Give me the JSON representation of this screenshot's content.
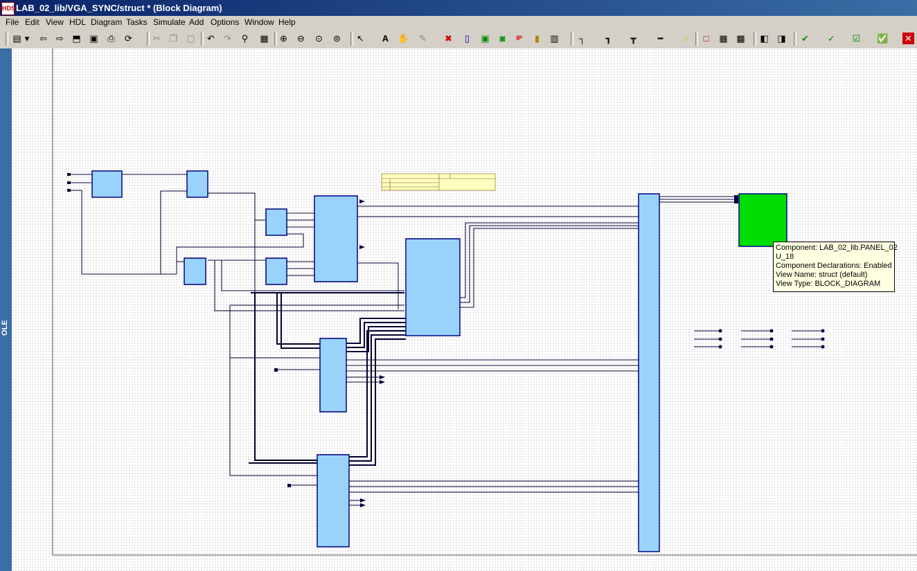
{
  "window": {
    "title": "LAB_02_lib/VGA_SYNC/struct * (Block Diagram)",
    "app_icon": "HDS"
  },
  "menu": [
    "File",
    "Edit",
    "View",
    "HDL",
    "Diagram",
    "Tasks",
    "Simulate",
    "Add",
    "Options",
    "Window",
    "Help"
  ],
  "toolbar_icons": [
    "new-icon",
    "open-dropdown-icon",
    "back-icon",
    "forward-icon",
    "up-folder-icon",
    "save-icon",
    "print-icon",
    "refresh-icon",
    "cut-icon",
    "copy-icon",
    "paste-icon",
    "undo-icon",
    "redo-icon",
    "find-icon",
    "properties-icon",
    "zoom-in-icon",
    "zoom-out-icon",
    "zoom-fit-icon",
    "zoom-area-icon",
    "select-icon",
    "text-icon",
    "pan-icon",
    "pen-icon",
    "delete-icon",
    "add-block-icon",
    "add-component-icon",
    "add-embedded-icon",
    "add-ip-icon",
    "add-port-icon",
    "add-frame-icon",
    "add-net-icon",
    "add-bus-icon",
    "add-bundle-icon",
    "add-signal-icon",
    "add-ripper-icon",
    "add-box-icon",
    "add-table-icon",
    "add-panel-icon",
    "browse-icon",
    "hierarchy-icon",
    "check-icon",
    "generate-icon",
    "compile-icon",
    "simulate-icon",
    "exit-icon"
  ],
  "side_label": "OLE",
  "tooltip": {
    "line1": "Component: LAB_02_lib.PANEL_02",
    "line2": "U_18",
    "line3": "Component Declarations: Enabled",
    "line4": "View Name: struct  (default)",
    "line5": "View Type: BLOCK_DIAGRAM"
  },
  "colors": {
    "block": "#99d3fb",
    "panel": "#00dd00",
    "titleblock": "#ffffc0",
    "wire": "#000040"
  }
}
